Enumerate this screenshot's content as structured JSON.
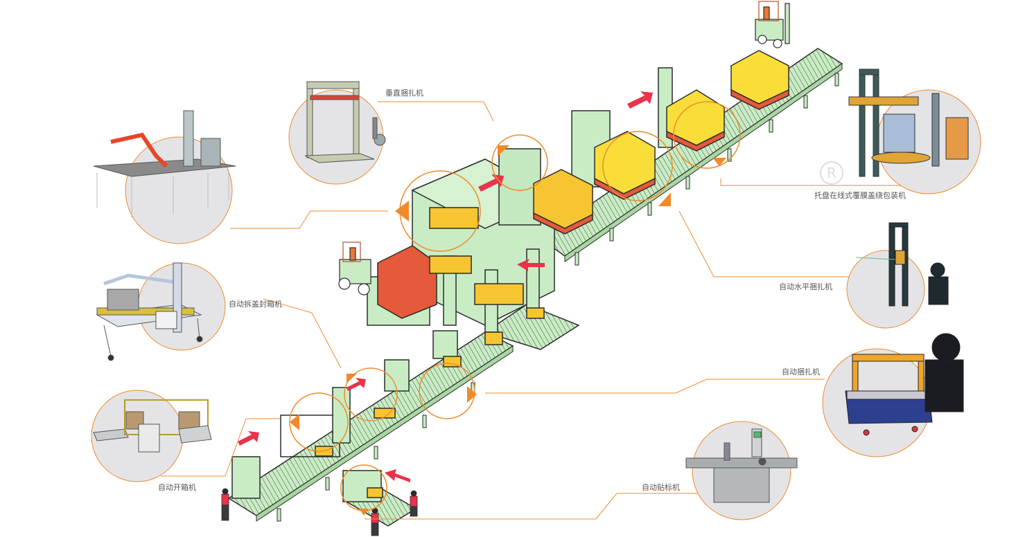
{
  "diagram": {
    "title": "",
    "colors": {
      "accent_orange": "#f08a2a",
      "conveyor_green": "#c9ecc4",
      "outline": "#2b2b2b",
      "box_yellow": "#f6c531",
      "arrow_red": "#e8334a",
      "photo_bg": "#e4e4e6",
      "label_text": "#555555"
    },
    "machines": [
      {
        "id": "robot-palletizer",
        "label": ""
      },
      {
        "id": "vertical-strapping",
        "label": "垂直捆扎机"
      },
      {
        "id": "pallet-wrapping",
        "label": "托盘在线式覆膜盖绕包装机"
      },
      {
        "id": "horizontal-strapping",
        "label": "自动水平捆扎机"
      },
      {
        "id": "auto-strapping",
        "label": "自动捆扎机"
      },
      {
        "id": "auto-labeling",
        "label": "自动贴标机"
      },
      {
        "id": "case-sealer",
        "label": "自动拆盖封箱机"
      },
      {
        "id": "case-erector",
        "label": "自动开箱机"
      }
    ],
    "watermark": "®"
  }
}
